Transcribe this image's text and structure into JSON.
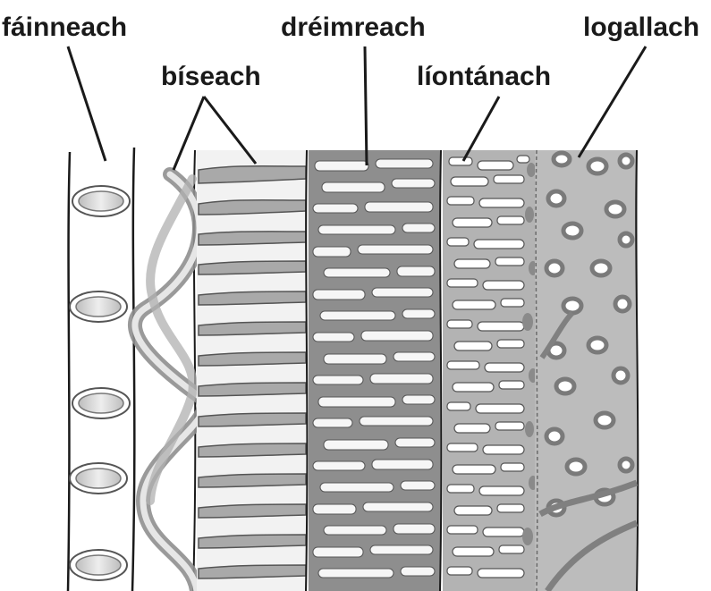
{
  "labels": {
    "annular": "fáinneach",
    "spiral": "bíseach",
    "scalariform": "dréimreach",
    "reticulate": "líontánach",
    "pitted": "logallach"
  },
  "colors": {
    "ink": "#1a1a1a",
    "wall_light": "#d9d9d9",
    "wall_mid": "#b8b8b8",
    "wall_dark": "#8c8c8c",
    "lumen": "#ffffff",
    "pit_ring": "#7d7d7d"
  }
}
